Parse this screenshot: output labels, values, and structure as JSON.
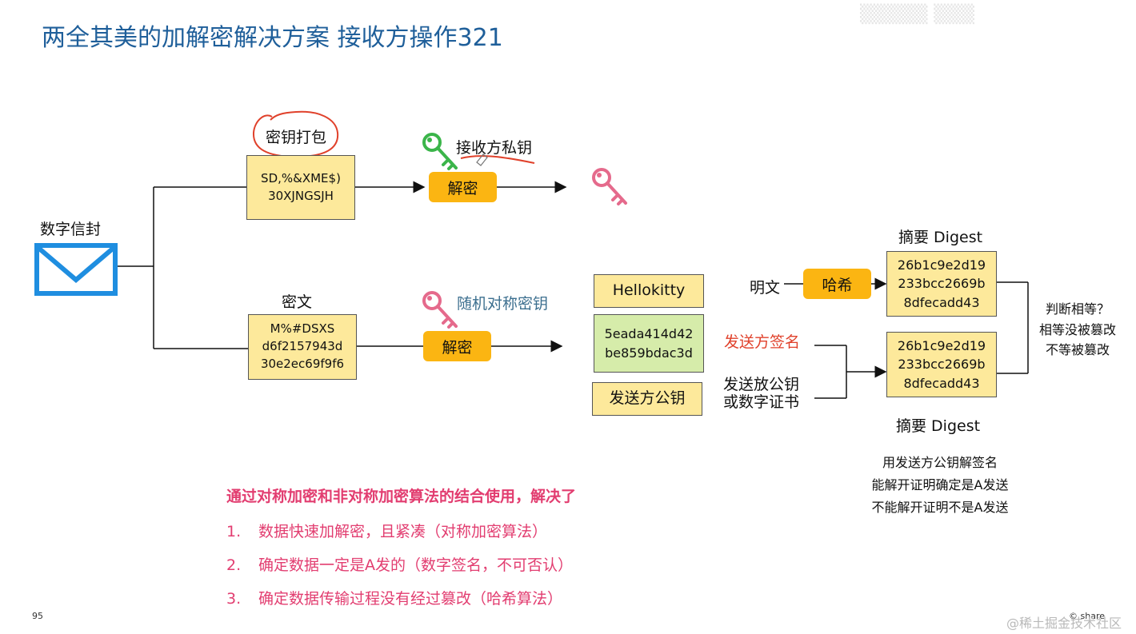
{
  "title": "两全其美的加解密解决方案 接收方操作321",
  "envelope_label": "数字信封",
  "key_pack": {
    "label": "密钥打包",
    "lines": [
      "SD,%&XME$)",
      "30XJNGSJH"
    ]
  },
  "receiver_private_key_label": "接收方私钥",
  "decrypt_top": "解密",
  "ciphertext": {
    "label": "密文",
    "lines": [
      "M%#DSXS",
      "d6f2157943d",
      "30e2ec69f9f6"
    ]
  },
  "random_symmetric_key_label": "随机对称密钥",
  "decrypt_bottom": "解密",
  "plaintext_box": "Hellokitty",
  "signature_box": {
    "lines": [
      "5eada414d42",
      "be859bdac3d"
    ]
  },
  "sender_public_key_box": "发送方公钥",
  "plain_label": "明文",
  "hash_label": "哈希",
  "digest_top": {
    "label": "摘要 Digest",
    "lines": [
      "26b1c9e2d19",
      "233bcc2669b",
      "8dfecadd43"
    ]
  },
  "digest_bottom": {
    "label": "摘要 Digest",
    "lines": [
      "26b1c9e2d19",
      "233bcc2669b",
      "8dfecadd43"
    ]
  },
  "sender_signature_label": "发送方签名",
  "sender_public_key_label": [
    "发送放公钥",
    "或数字证书"
  ],
  "compare_note": [
    "判断相等？",
    "相等没被篡改",
    "不等被篡改"
  ],
  "verify_note": [
    "用发送方公钥解签名",
    "能解开证明确定是A发送",
    "不能解开证明不是A发送"
  ],
  "summary": {
    "title": "通过对称加密和非对称加密算法的结合使用，解决了",
    "items": [
      {
        "num": "1.",
        "text": "数据快速加解密，且紧凑（对称加密算法）"
      },
      {
        "num": "2.",
        "text": "确定数据一定是A发的（数字签名，不可否认）"
      },
      {
        "num": "3.",
        "text": "确定数据传输过程没有经过篡改（哈希算法）"
      }
    ]
  },
  "page_number": "95",
  "share_label": "© share",
  "watermark": "@稀土掘金技术社区",
  "colors": {
    "title": "#1f5f9a",
    "box_fill": "#fde99b",
    "green_fill": "#d6ecaa",
    "pill_fill": "#fbb512",
    "envelope": "#1f8ee0",
    "key_green": "#3bb54a",
    "key_pink": "#e56a8c",
    "summary": "#e23d70",
    "red_label": "#e0412b"
  },
  "icons": [
    "envelope-icon",
    "key-icon"
  ]
}
